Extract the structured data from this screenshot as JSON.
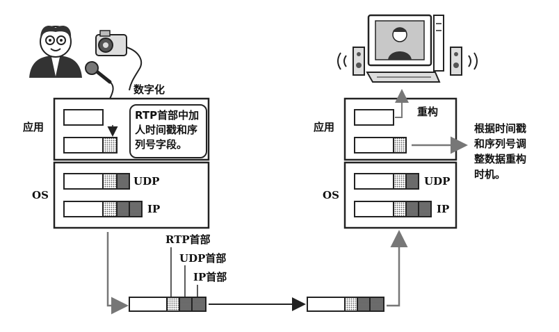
{
  "sender": {
    "label_digitize": "数字化",
    "label_app": "应用",
    "label_os": "OS",
    "label_udp": "UDP",
    "label_ip": "IP",
    "callout_lines": [
      "RTP首部中加",
      "人时间戳和序",
      "列号字段。"
    ]
  },
  "receiver": {
    "label_reconstruct": "重构",
    "label_app": "应用",
    "label_os": "OS",
    "label_udp": "UDP",
    "label_ip": "IP",
    "note_lines": [
      "根据时间戳",
      "和序列号调",
      "整数据重构",
      "时机。"
    ]
  },
  "packet_labels": {
    "rtp": "RTP首部",
    "udp": "UDP首部",
    "ip": "IP首部"
  },
  "colors": {
    "ink": "#222222",
    "header_fill": "#9a9a9a",
    "dot_fill": "#c8c8c8"
  },
  "icons": [
    "person-icon",
    "video-camera-icon",
    "microphone-icon",
    "computer-monitor-icon",
    "speaker-icon"
  ]
}
